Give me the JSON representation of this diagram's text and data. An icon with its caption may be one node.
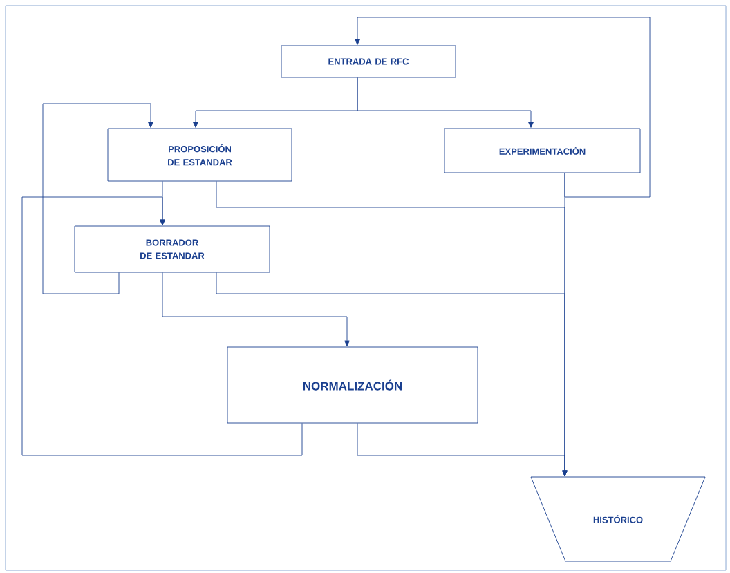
{
  "diagram": {
    "nodes": [
      {
        "text": [
          "ENTRADA DE RFC"
        ]
      },
      {
        "text": [
          "PROPOSICIÓN DE ESTANDAR"
        ]
      },
      {
        "text": [
          "EXPERIMENTACIÓN"
        ]
      },
      {
        "text": [
          "BORRADOR DE ESTANDAR"
        ]
      },
      {
        "text": [
          "NORMALIZACIÓN"
        ]
      },
      {
        "text": [
          "HISTÓRICO"
        ]
      }
    ],
    "edges": [
      {
        "from": 0,
        "to": 1,
        "arrow": "to"
      },
      {
        "from": 0,
        "to": 2,
        "arrow": "to"
      },
      {
        "from": 2,
        "to": 5,
        "arrow": "to"
      },
      {
        "from": 2,
        "to": 0,
        "arrow": "to"
      },
      {
        "from": 1,
        "to": 3,
        "arrow": "to"
      },
      {
        "from": 1,
        "to": 5,
        "arrow": "to"
      },
      {
        "from": 3,
        "to": 1,
        "arrow": "to"
      },
      {
        "from": 3,
        "to": 5,
        "arrow": "to"
      },
      {
        "from": 3,
        "to": 4,
        "arrow": "to"
      },
      {
        "from": 4,
        "to": 3,
        "arrow": "to"
      },
      {
        "from": 4,
        "to": 5,
        "arrow": "to"
      }
    ]
  }
}
